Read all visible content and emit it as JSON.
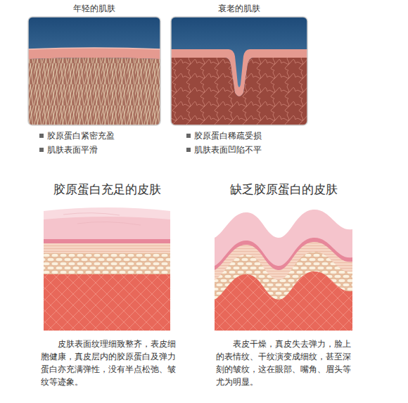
{
  "diagram": {
    "nodes": [
      {
        "text": [
          "年轻的肌肤"
        ]
      },
      {
        "text": [
          "衰老的肌肤"
        ]
      },
      {
        "text": [
          "胶原蛋白充足的皮肤"
        ]
      },
      {
        "text": [
          "缺乏胶原蛋白的皮肤"
        ]
      }
    ],
    "labels": [
      "胶原蛋白紧密充盈",
      "肌肤表面平滑",
      "胶原蛋白稀疏受损",
      "肌肤表面凹陷不平",
      "皮肤表面纹理细致整齐，表皮细胞健康，真皮层内的胶原蛋白及弹力蛋白亦充满弹性，没有半点松弛、皱纹等迹象。",
      "表皮干燥，真皮失去弹力，脸上的表情纹、干纹演变成细纹，甚至深刻的皱纹，这在眼部、嘴角、眉头等尤为明显。"
    ]
  }
}
